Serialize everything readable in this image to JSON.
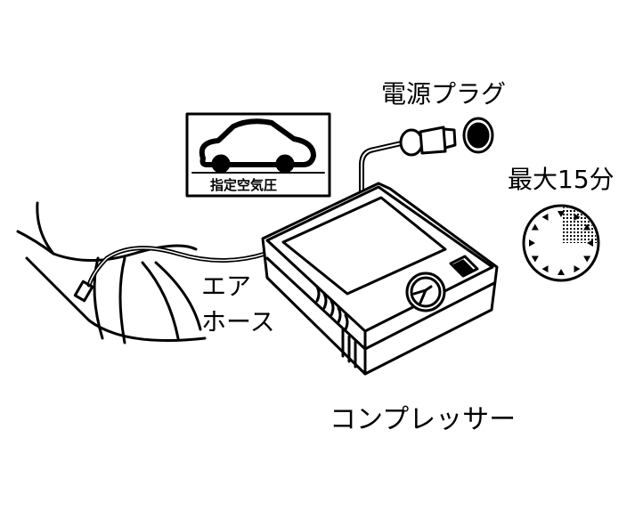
{
  "labels": {
    "power_plug": "電源プラグ",
    "max_time": "最大15分",
    "air_hose_line1": "エア",
    "air_hose_line2": "ホース",
    "compressor": "コンプレッサー",
    "specified_pressure": "指定空気圧"
  },
  "timer": {
    "max_minutes": 15,
    "shaded_fraction": 0.25
  },
  "colors": {
    "ink": "#000000",
    "background": "#ffffff"
  }
}
